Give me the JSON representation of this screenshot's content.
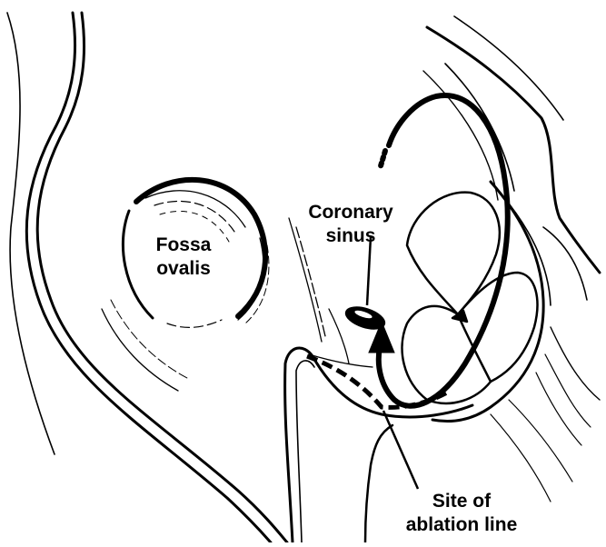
{
  "labels": {
    "fossa_line1": "Fossa",
    "fossa_line2": "ovalis",
    "sinus_line1": "Coronary",
    "sinus_line2": "sinus",
    "ablation_line1": "Site of",
    "ablation_line2": "ablation line"
  },
  "colors": {
    "ink": "#000000",
    "paper": "#ffffff"
  }
}
